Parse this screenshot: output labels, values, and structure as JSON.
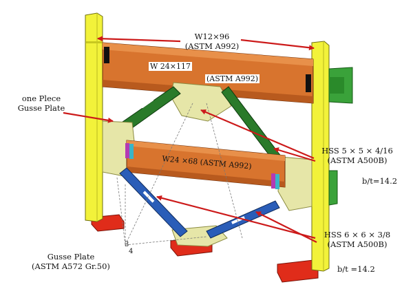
{
  "labels": {
    "col_size": "W12×96",
    "col_spec": "(ASTM A992)",
    "top_beam_size": "W 24×117",
    "top_beam_spec": "(ASTM A992)",
    "gusset_one_piece_l1": "one Plece",
    "gusset_one_piece_l2": "Gusse Plate",
    "mid_beam": "W24 ×68 (ASTM A992)",
    "hss_upper_size": "HSS 5 × 5 × 4/16",
    "hss_upper_spec": "(ASTM A500B)",
    "hss_upper_bt": "b/t=14.2",
    "hss_lower_size": "HSS 6 × 6 × 3/8",
    "hss_lower_spec": "(ASTM A500B)",
    "hss_lower_bt": "b/t =14.2",
    "gusset_plate_l1": "Gusse Plate",
    "gusset_plate_l2": "(ASTM A572 Gr.50)",
    "dim_3": "3",
    "dim_4": "4"
  },
  "colors": {
    "column": "#f2f23a",
    "beam": "#d8742e",
    "brace_upper": "#2a7a2a",
    "brace_lower": "#2a5db8",
    "base_plate": "#e02c1a",
    "gusset": "#e6e6a8",
    "connection": "#3aa23a",
    "arrow": "#cc1a1a"
  }
}
